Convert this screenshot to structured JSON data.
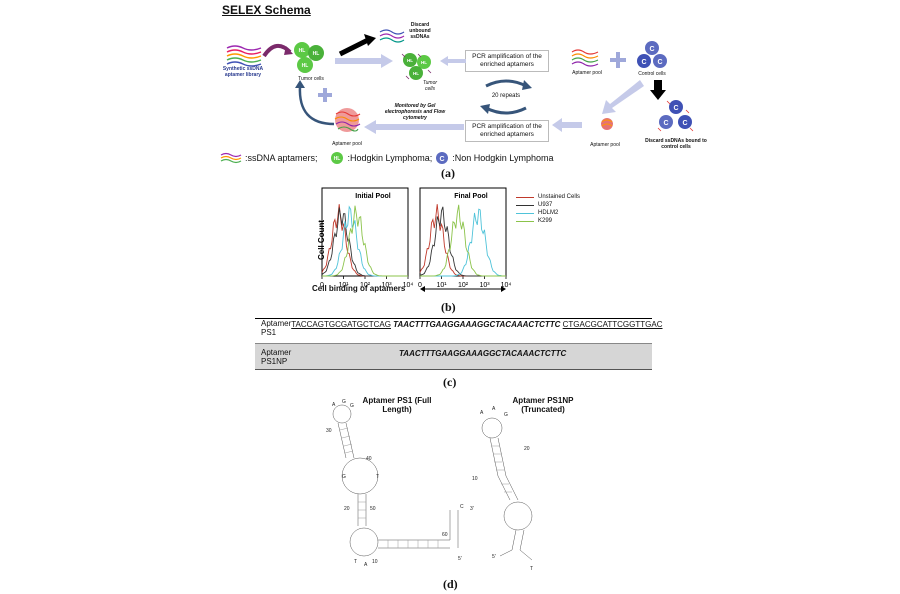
{
  "panel_a": {
    "title": "SELEX Schema",
    "library_label": "Synthetic ssDNA aptamer library",
    "tumor_cells_label": "Tumor cells",
    "discard_unbound": "Discard unbound ssDNAs",
    "tumor_cells_label2": "Tumor cells",
    "pcr_top": "PCR amplification of the enriched aptamers",
    "repeats": "20 repeats",
    "pcr_bottom": "PCR amplification of the enriched aptamers",
    "aptamer_pool_right": "Aptamer pool",
    "control_cells": "Control cells",
    "aptamer_pool_bottom_right": "Aptamer pool",
    "discard_bound": "Discard ssDNAs bound to control cells",
    "monitored": "Monitored by Gel electrophoresis and Flow cytometry",
    "aptamer_pool_left": "Aptamer pool",
    "hl": "HL",
    "c": "C",
    "legend_ssdna": ":ssDNA aptamers;",
    "legend_hl": ":Hodgkin Lymphoma;",
    "legend_c": ":Non Hodgkin Lymphoma",
    "label": "(a)"
  },
  "panel_b": {
    "label": "(b)",
    "ylabel": "Cell Count",
    "xlabel": "Cell binding of aptamers",
    "initial_pool": "Initial Pool",
    "final_pool": "Final Pool",
    "ticks": [
      "0",
      "10¹",
      "10²",
      "10³",
      "10⁴"
    ],
    "legend": [
      {
        "name": "Unstained Cells",
        "color": "#c0392b"
      },
      {
        "name": "U937",
        "color": "#333333"
      },
      {
        "name": "HDLM2",
        "color": "#4fc3d9"
      },
      {
        "name": "K299",
        "color": "#8bc34a"
      }
    ]
  },
  "chart_data": [
    {
      "type": "line",
      "title": "Initial Pool",
      "xlabel": "Cell binding of aptamers",
      "ylabel": "Cell Count",
      "x_scale": "log",
      "xlim": [
        0,
        10000
      ],
      "series": [
        {
          "name": "Unstained Cells",
          "peak_x": 6,
          "color": "#c0392b"
        },
        {
          "name": "U937",
          "peak_x": 8,
          "color": "#333333"
        },
        {
          "name": "HDLM2",
          "peak_x": 20,
          "color": "#4fc3d9"
        },
        {
          "name": "K299",
          "peak_x": 40,
          "color": "#8bc34a"
        }
      ]
    },
    {
      "type": "line",
      "title": "Final Pool",
      "xlabel": "Cell binding of aptamers",
      "ylabel": "Cell Count",
      "x_scale": "log",
      "xlim": [
        0,
        10000
      ],
      "series": [
        {
          "name": "Unstained Cells",
          "peak_x": 6,
          "color": "#c0392b"
        },
        {
          "name": "U937",
          "peak_x": 10,
          "color": "#333333"
        },
        {
          "name": "HDLM2",
          "peak_x": 500,
          "color": "#4fc3d9"
        },
        {
          "name": "K299",
          "peak_x": 60,
          "color": "#8bc34a"
        }
      ]
    }
  ],
  "panel_c": {
    "label": "(c)",
    "row1_name": "Aptamer PS1",
    "row1_seq_a": "TACCAGTGCGATGCTCAG",
    "row1_seq_b": "TAACTTTGAAGGAAAGGCTACAAACTCTTC",
    "row1_seq_c": "CTGACGCATTCGGTTGAC",
    "row2_name": "Aptamer PS1NP",
    "row2_seq": "TAACTTTGAAGGAAAGGCTACAAACTCTTC"
  },
  "panel_d": {
    "label": "(d)",
    "left_title": "Aptamer PS1 (Full Length)",
    "right_title": "Aptamer PS1NP (Truncated)"
  }
}
